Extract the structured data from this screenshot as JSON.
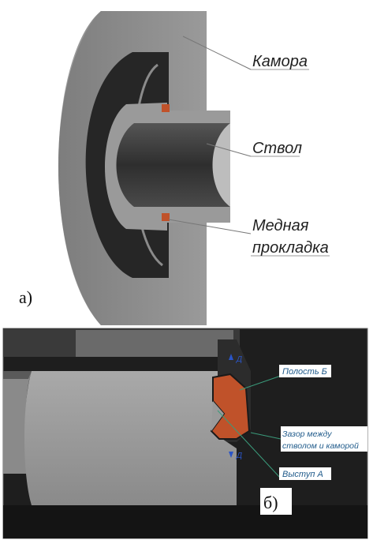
{
  "panel_a": {
    "letter": "а)",
    "labels": {
      "chamber": "Камора",
      "barrel": "Ствол",
      "copper_gasket_line1": "Медная",
      "copper_gasket_line2": "прокладка"
    }
  },
  "panel_b": {
    "letter": "б)",
    "labels": {
      "cavity_b": "Полость Б",
      "gap_line1": "Зазор между",
      "gap_line2": "стволом и каморой",
      "protrusion_a": "Выступ А",
      "section_mark": "Д"
    }
  },
  "colors": {
    "metal_grey": "#8f8f8f",
    "dark_interior": "#2a2a2a",
    "copper": "#c0522a",
    "leader_teal": "#3a9a7a",
    "marker_blue": "#2a55c8"
  }
}
